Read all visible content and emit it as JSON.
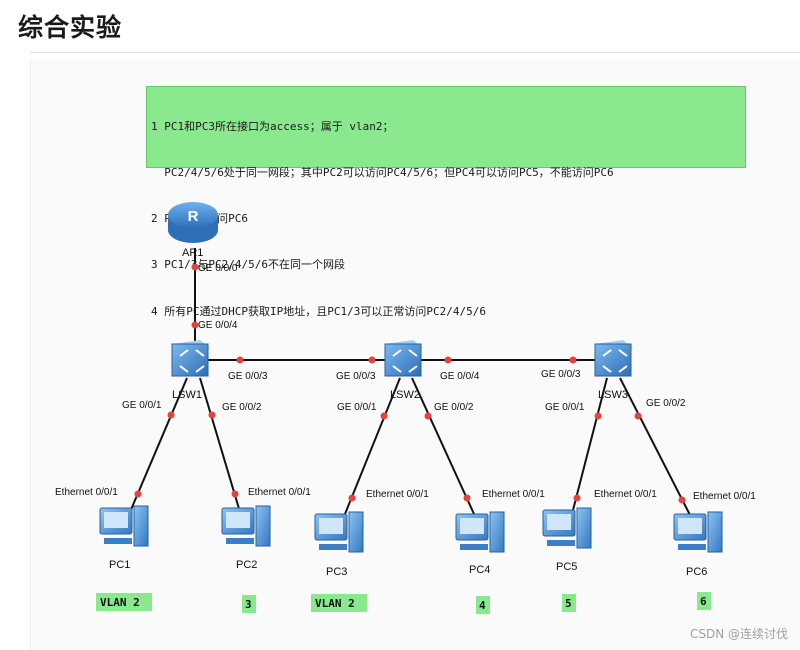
{
  "title": "综合实验",
  "requirements": [
    "1 PC1和PC3所在接口为access；属于 vlan2；",
    "  PC2/4/5/6处于同一网段；其中PC2可以访问PC4/5/6；但PC4可以访问PC5，不能访问PC6",
    "2 PC5不能访问PC6",
    "3 PC1/3与PC2/4/5/6不在同一个网段",
    "4 所有PC通过DHCP获取IP地址，且PC1/3可以正常访问PC2/4/5/6"
  ],
  "colors": {
    "requirements_bg": "#8ae88e",
    "vlan_label_bg": "#8ae88e",
    "device_blue": "#3a7fc8",
    "port_dot": "#e8413b",
    "link": "#111111"
  },
  "devices": {
    "router": {
      "name": "AR1",
      "icon": "router-icon",
      "r_glyph": "R"
    },
    "switches": [
      {
        "name": "LSW1",
        "icon": "switch-icon"
      },
      {
        "name": "LSW2",
        "icon": "switch-icon"
      },
      {
        "name": "LSW3",
        "icon": "switch-icon"
      }
    ],
    "pcs": [
      {
        "name": "PC1",
        "port": "Ethernet 0/0/1",
        "vlan": "VLAN 2",
        "icon": "pc-icon"
      },
      {
        "name": "PC2",
        "port": "Ethernet 0/0/1",
        "vlan": "3",
        "icon": "pc-icon"
      },
      {
        "name": "PC3",
        "port": "Ethernet 0/0/1",
        "vlan": "VLAN 2",
        "icon": "pc-icon"
      },
      {
        "name": "PC4",
        "port": "Ethernet 0/0/1",
        "vlan": "4",
        "icon": "pc-icon"
      },
      {
        "name": "PC5",
        "port": "Ethernet 0/0/1",
        "vlan": "5",
        "icon": "pc-icon"
      },
      {
        "name": "PC6",
        "port": "Ethernet 0/0/1",
        "vlan": "6",
        "icon": "pc-icon"
      }
    ]
  },
  "ports": {
    "ar1_down": "GE 0/0/0",
    "lsw1_up": "GE 0/0/4",
    "lsw1_right": "GE 0/0/3",
    "lsw2_left": "GE 0/0/3",
    "lsw2_right": "GE 0/0/4",
    "lsw3_left": "GE 0/0/3",
    "lsw1_pc1": "GE 0/0/1",
    "lsw1_pc2": "GE 0/0/2",
    "lsw2_pc3": "GE 0/0/1",
    "lsw2_pc4": "GE 0/0/2",
    "lsw3_pc5": "GE 0/0/1",
    "lsw3_pc6": "GE 0/0/2"
  },
  "watermark": "CSDN @连续讨伐"
}
